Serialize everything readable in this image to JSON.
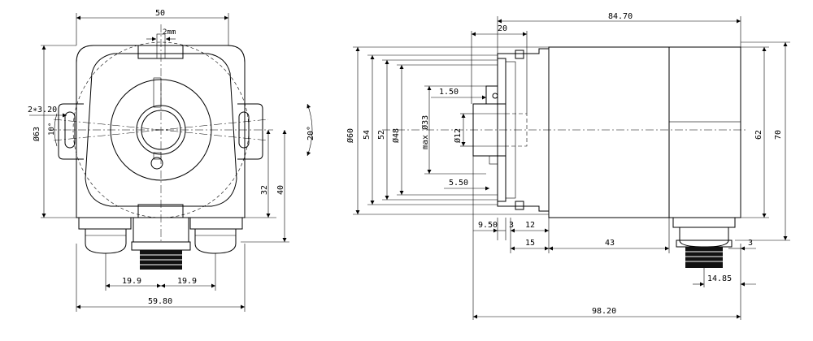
{
  "dimensions": {
    "front": {
      "width_50": "50",
      "slot_2mm": "2mm",
      "holes": "2∗3.20",
      "angle_10": "10°",
      "dia_63": "Ø63",
      "angle_20": "20°",
      "h_32": "32",
      "h_40": "40",
      "conn_19_9_left": "19.9",
      "conn_19_9_right": "19.9",
      "width_59_80": "59.80"
    },
    "side": {
      "len_84_70": "84.70",
      "len_20": "20",
      "len_1_50": "1.50",
      "dia_60": "Ø60",
      "dim_54": "54",
      "dim_52": "52",
      "dia_48": "Ø48",
      "dia_max_33": "max Ø33",
      "dia_12": "Ø12",
      "len_5_50": "5.50",
      "dim_62": "62",
      "dim_70": "70",
      "len_9_50": "9.50",
      "len_3a": "3",
      "len_12": "12",
      "len_15": "15",
      "len_43": "43",
      "len_3b": "3",
      "len_14_85": "14.85",
      "len_98_20": "98.20"
    }
  }
}
